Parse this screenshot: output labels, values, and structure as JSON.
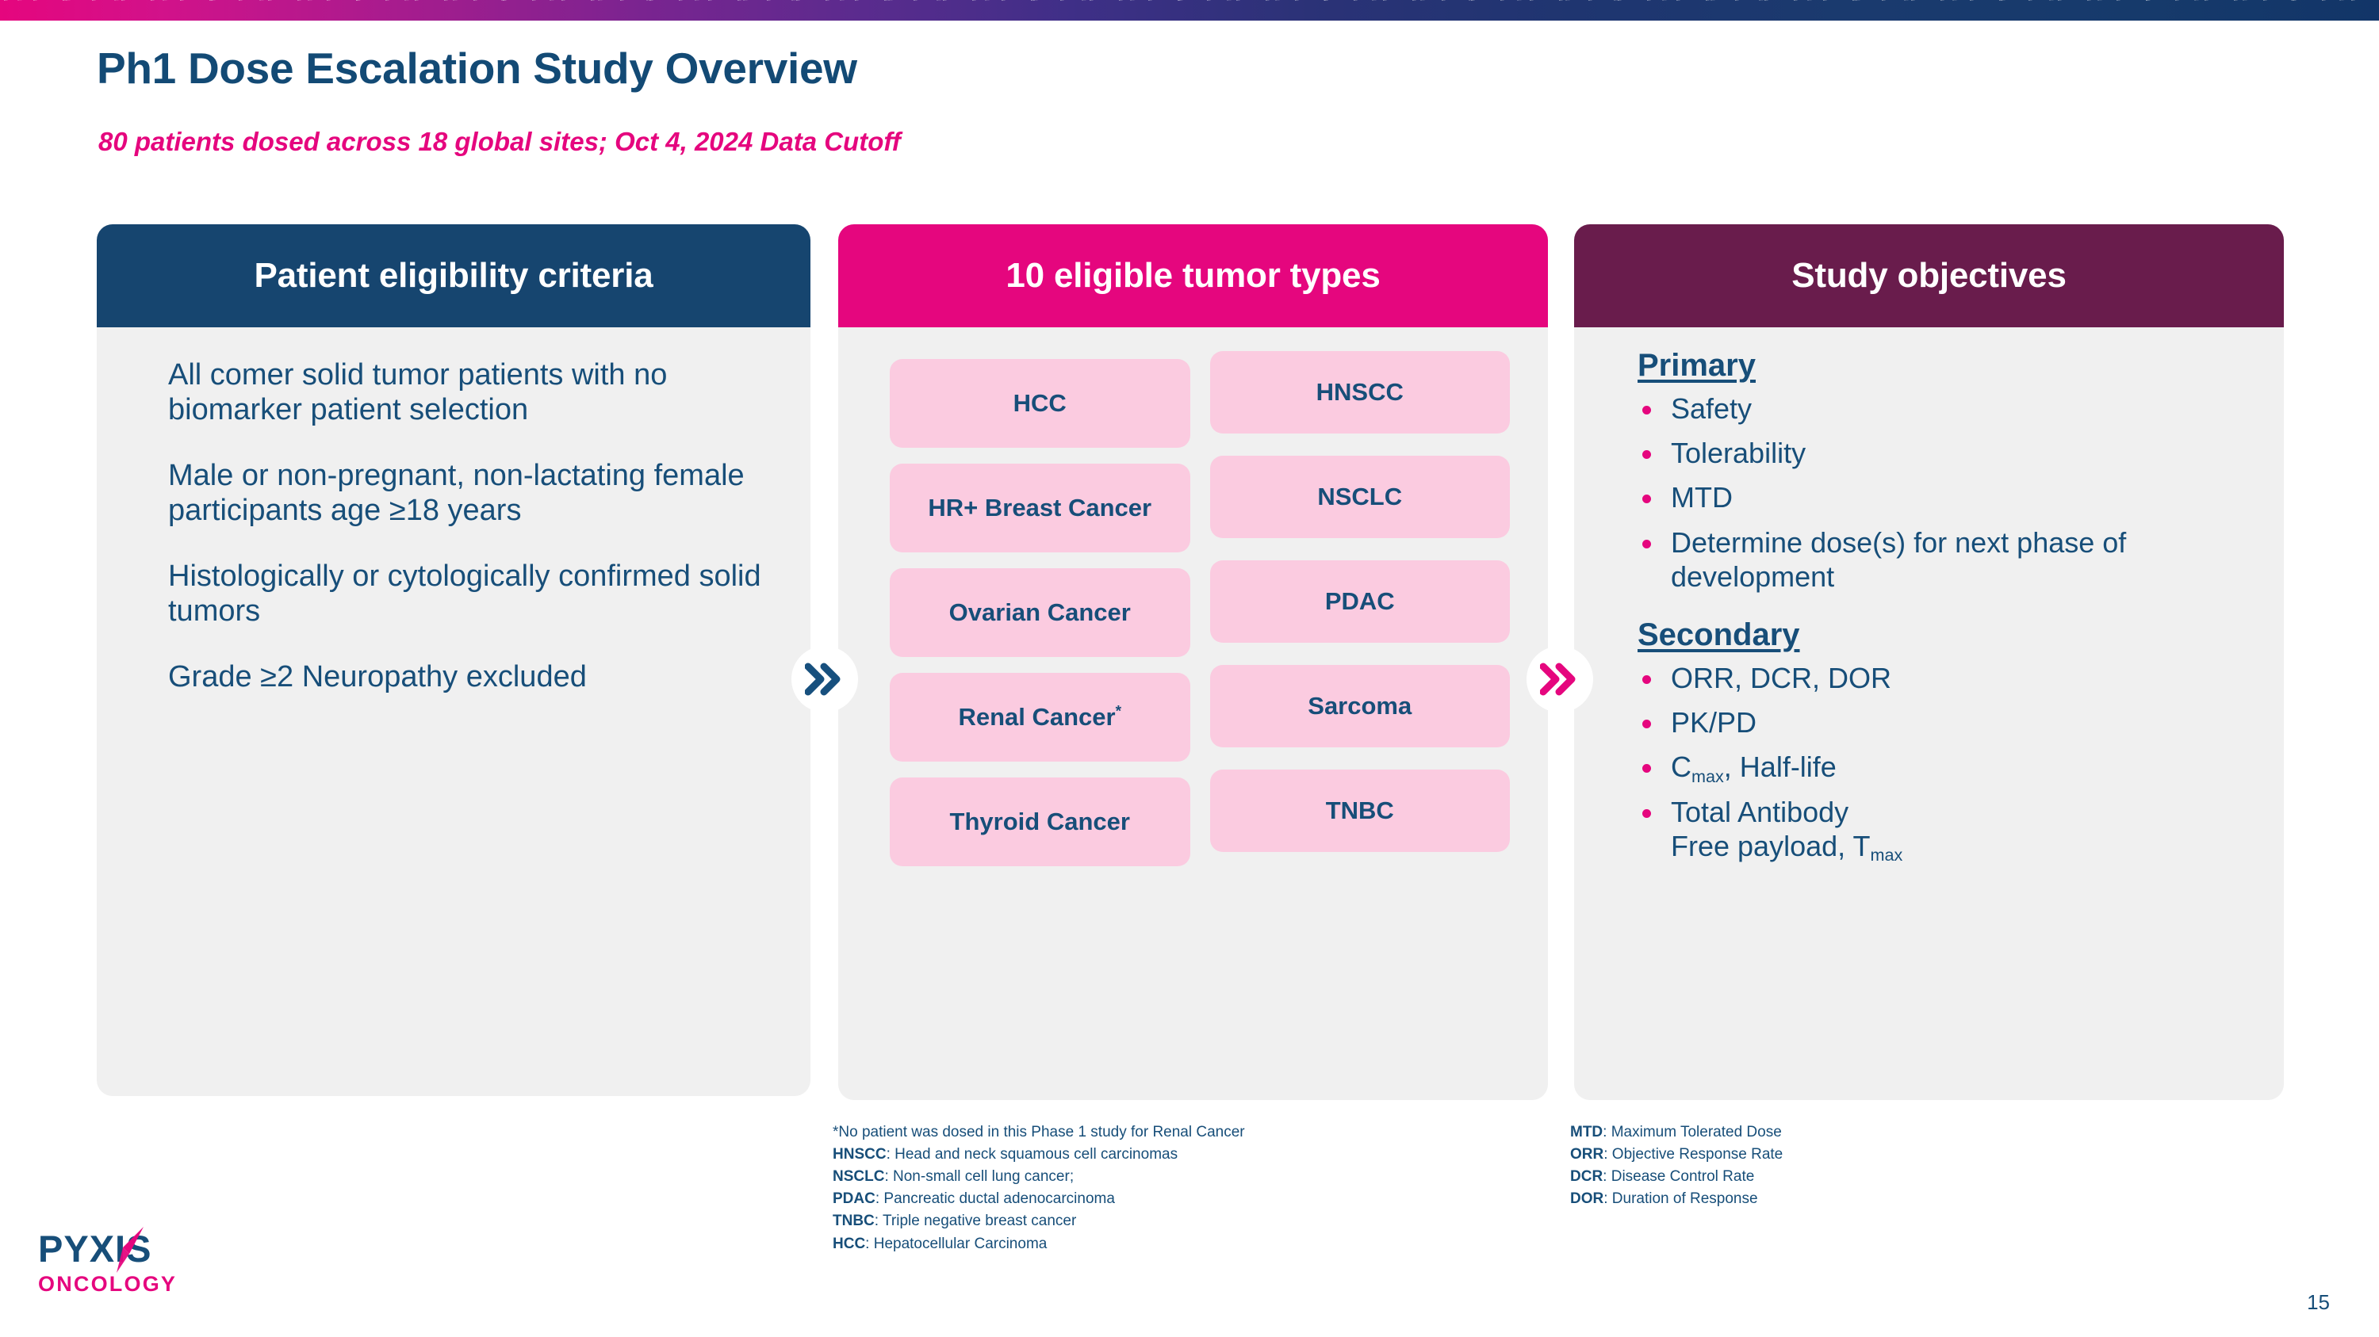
{
  "slide": {
    "title": "Ph1 Dose Escalation Study Overview",
    "subtitle": "80 patients dosed across 18 global sites; Oct 4, 2024 Data Cutoff",
    "page_number": "15"
  },
  "colors": {
    "navy": "#174E79",
    "header_navy": "#16456F",
    "magenta": "#E5067E",
    "plum": "#691C4C",
    "pink_box": "#FBCBE0",
    "card_body": "#F0F0F0"
  },
  "cards": {
    "eligibility": {
      "header": "Patient eligibility criteria",
      "items": [
        "All comer solid tumor patients with no biomarker patient selection",
        "Male or non-pregnant, non-lactating female participants age ≥18 years",
        "Histologically or cytologically confirmed solid tumors",
        "Grade ≥2 Neuropathy excluded"
      ]
    },
    "tumors": {
      "header": "10 eligible tumor types",
      "left_column": [
        "HCC",
        "HR+ Breast Cancer",
        "Ovarian Cancer",
        "Renal Cancer*",
        "Thyroid Cancer"
      ],
      "right_column": [
        "HNSCC",
        "NSCLC",
        "PDAC",
        "Sarcoma",
        "TNBC"
      ]
    },
    "objectives": {
      "header": "Study objectives",
      "primary_heading": "Primary",
      "primary_items": [
        "Safety",
        "Tolerability",
        "MTD",
        "Determine dose(s) for next phase of development"
      ],
      "secondary_heading": "Secondary",
      "secondary_items": [
        "ORR, DCR, DOR",
        "PK/PD",
        "Cmax, Half-life",
        "Total Antibody Free payload, Tmax"
      ]
    }
  },
  "footnotes": {
    "tumors": [
      {
        "abbr": "",
        "text": "*No patient was dosed in this Phase 1 study for Renal Cancer"
      },
      {
        "abbr": "HNSCC",
        "text": ": Head and neck squamous cell carcinomas"
      },
      {
        "abbr": "NSCLC",
        "text": ": Non-small cell lung cancer;"
      },
      {
        "abbr": "PDAC",
        "text": ": Pancreatic ductal adenocarcinoma"
      },
      {
        "abbr": "TNBC",
        "text": ": Triple negative breast cancer"
      },
      {
        "abbr": "HCC",
        "text": ": Hepatocellular Carcinoma"
      }
    ],
    "objectives": [
      {
        "abbr": "MTD",
        "text": ": Maximum Tolerated Dose"
      },
      {
        "abbr": "ORR",
        "text": ": Objective Response Rate"
      },
      {
        "abbr": "DCR",
        "text": ": Disease Control Rate"
      },
      {
        "abbr": "DOR",
        "text": ": Duration of Response"
      }
    ]
  },
  "logo": {
    "word": "PYXIS",
    "sub": "ONCOLOGY"
  },
  "icons": {
    "chevron_left_card": "double-chevron-right-icon",
    "chevron_right_card": "double-chevron-right-icon"
  }
}
